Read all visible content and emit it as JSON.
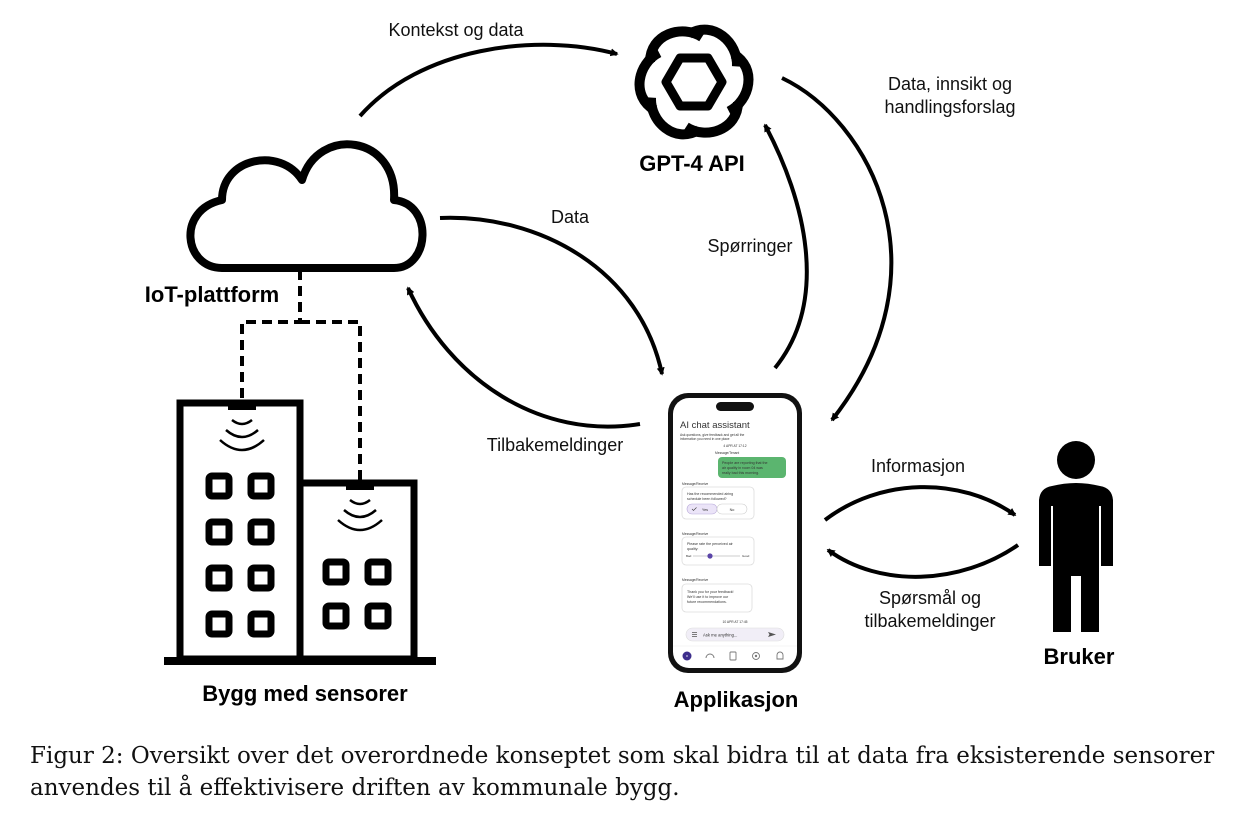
{
  "nodes": {
    "gpt": "GPT-4 API",
    "iot": "IoT-plattform",
    "building": "Bygg med sensorer",
    "app": "Applikasjon",
    "user": "Bruker"
  },
  "edges": {
    "context_data": "Kontekst og data",
    "data_insight_1": "Data, innsikt og",
    "data_insight_2": "handlingsforslag",
    "data": "Data",
    "queries": "Spørringer",
    "feedback": "Tilbakemeldinger",
    "information": "Informasjon",
    "questions_1": "Spørsmål og",
    "questions_2": "tilbakemeldinger"
  },
  "phone": {
    "title": "AI chat assistant",
    "subtitle_1": "Ask questions, give feedback and get all the",
    "subtitle_2": "information you need in one place",
    "timestamp_1": "4 APR AT 17:12",
    "sender_user": "Message/Tenant",
    "user_msg_1": "People are reporting that the",
    "user_msg_2": "air quality in room 04 was",
    "user_msg_3": "really bad this morning.",
    "sender_bot_1": "Message/Receive",
    "q1_1": "Has the recommended airing",
    "q1_2": "schedule been followed?",
    "yes": "Yes",
    "no": "No",
    "sender_bot_2": "Message/Receive",
    "q2_1": "Please rate the perceived air",
    "q2_2": "quality:",
    "bad": "Bad",
    "good": "Good",
    "sender_bot_3": "Message/Receive",
    "thanks_1": "Thank you for your feedback!",
    "thanks_2": "We'll use it to improve our",
    "thanks_3": "future recommendations.",
    "timestamp_2": "10 APR AT 17:45",
    "input_placeholder": "Ask me anything..."
  },
  "caption": "Figur 2: Oversikt over det overordnede konseptet som skal bidra til at data fra eksisterende sensorer anvendes til å effektivisere driften av kommunale bygg."
}
